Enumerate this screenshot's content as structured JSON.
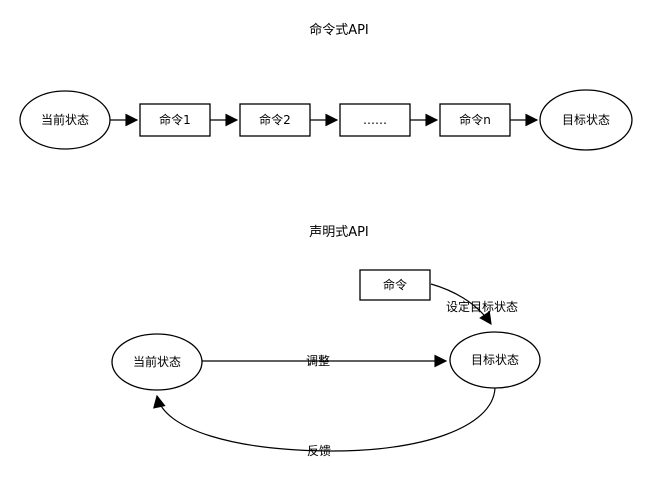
{
  "page": {
    "background_color": "#ffffff",
    "stroke_color": "#000000",
    "node_fill_color": "#ffffff",
    "text_color": "#000000"
  },
  "imperative": {
    "title": "命令式API",
    "start_node": "当前状态",
    "steps": [
      "命令1",
      "命令2",
      "……",
      "命令n"
    ],
    "end_node": "目标状态"
  },
  "declarative": {
    "title": "声明式API",
    "command_node": "命令",
    "current_state_node": "当前状态",
    "target_state_node": "目标状态",
    "set_target_label": "设定目标状态",
    "adjust_label": "调整",
    "feedback_label": "反馈"
  }
}
